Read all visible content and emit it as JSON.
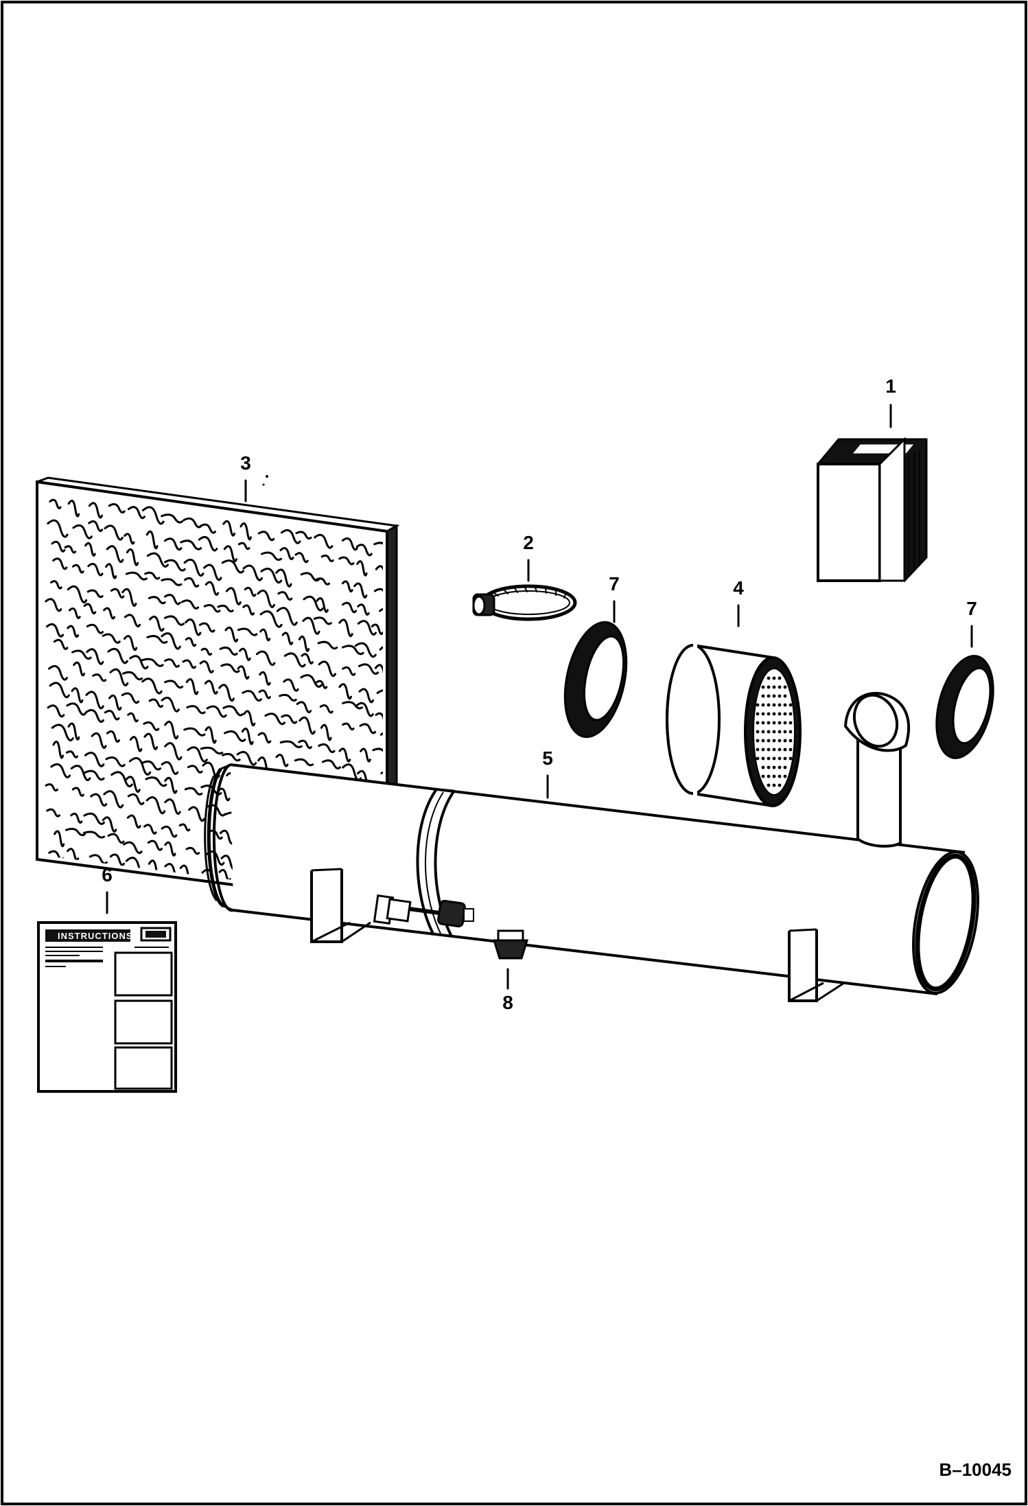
{
  "callouts": {
    "c1": "1",
    "c2": "2",
    "c3": "3",
    "c4": "4",
    "c5": "5",
    "c6": "6",
    "c7a": "7",
    "c7b": "7",
    "c8": "8"
  },
  "decal": {
    "title": "INSTRUCTIONS"
  },
  "document_number": "B–10045"
}
